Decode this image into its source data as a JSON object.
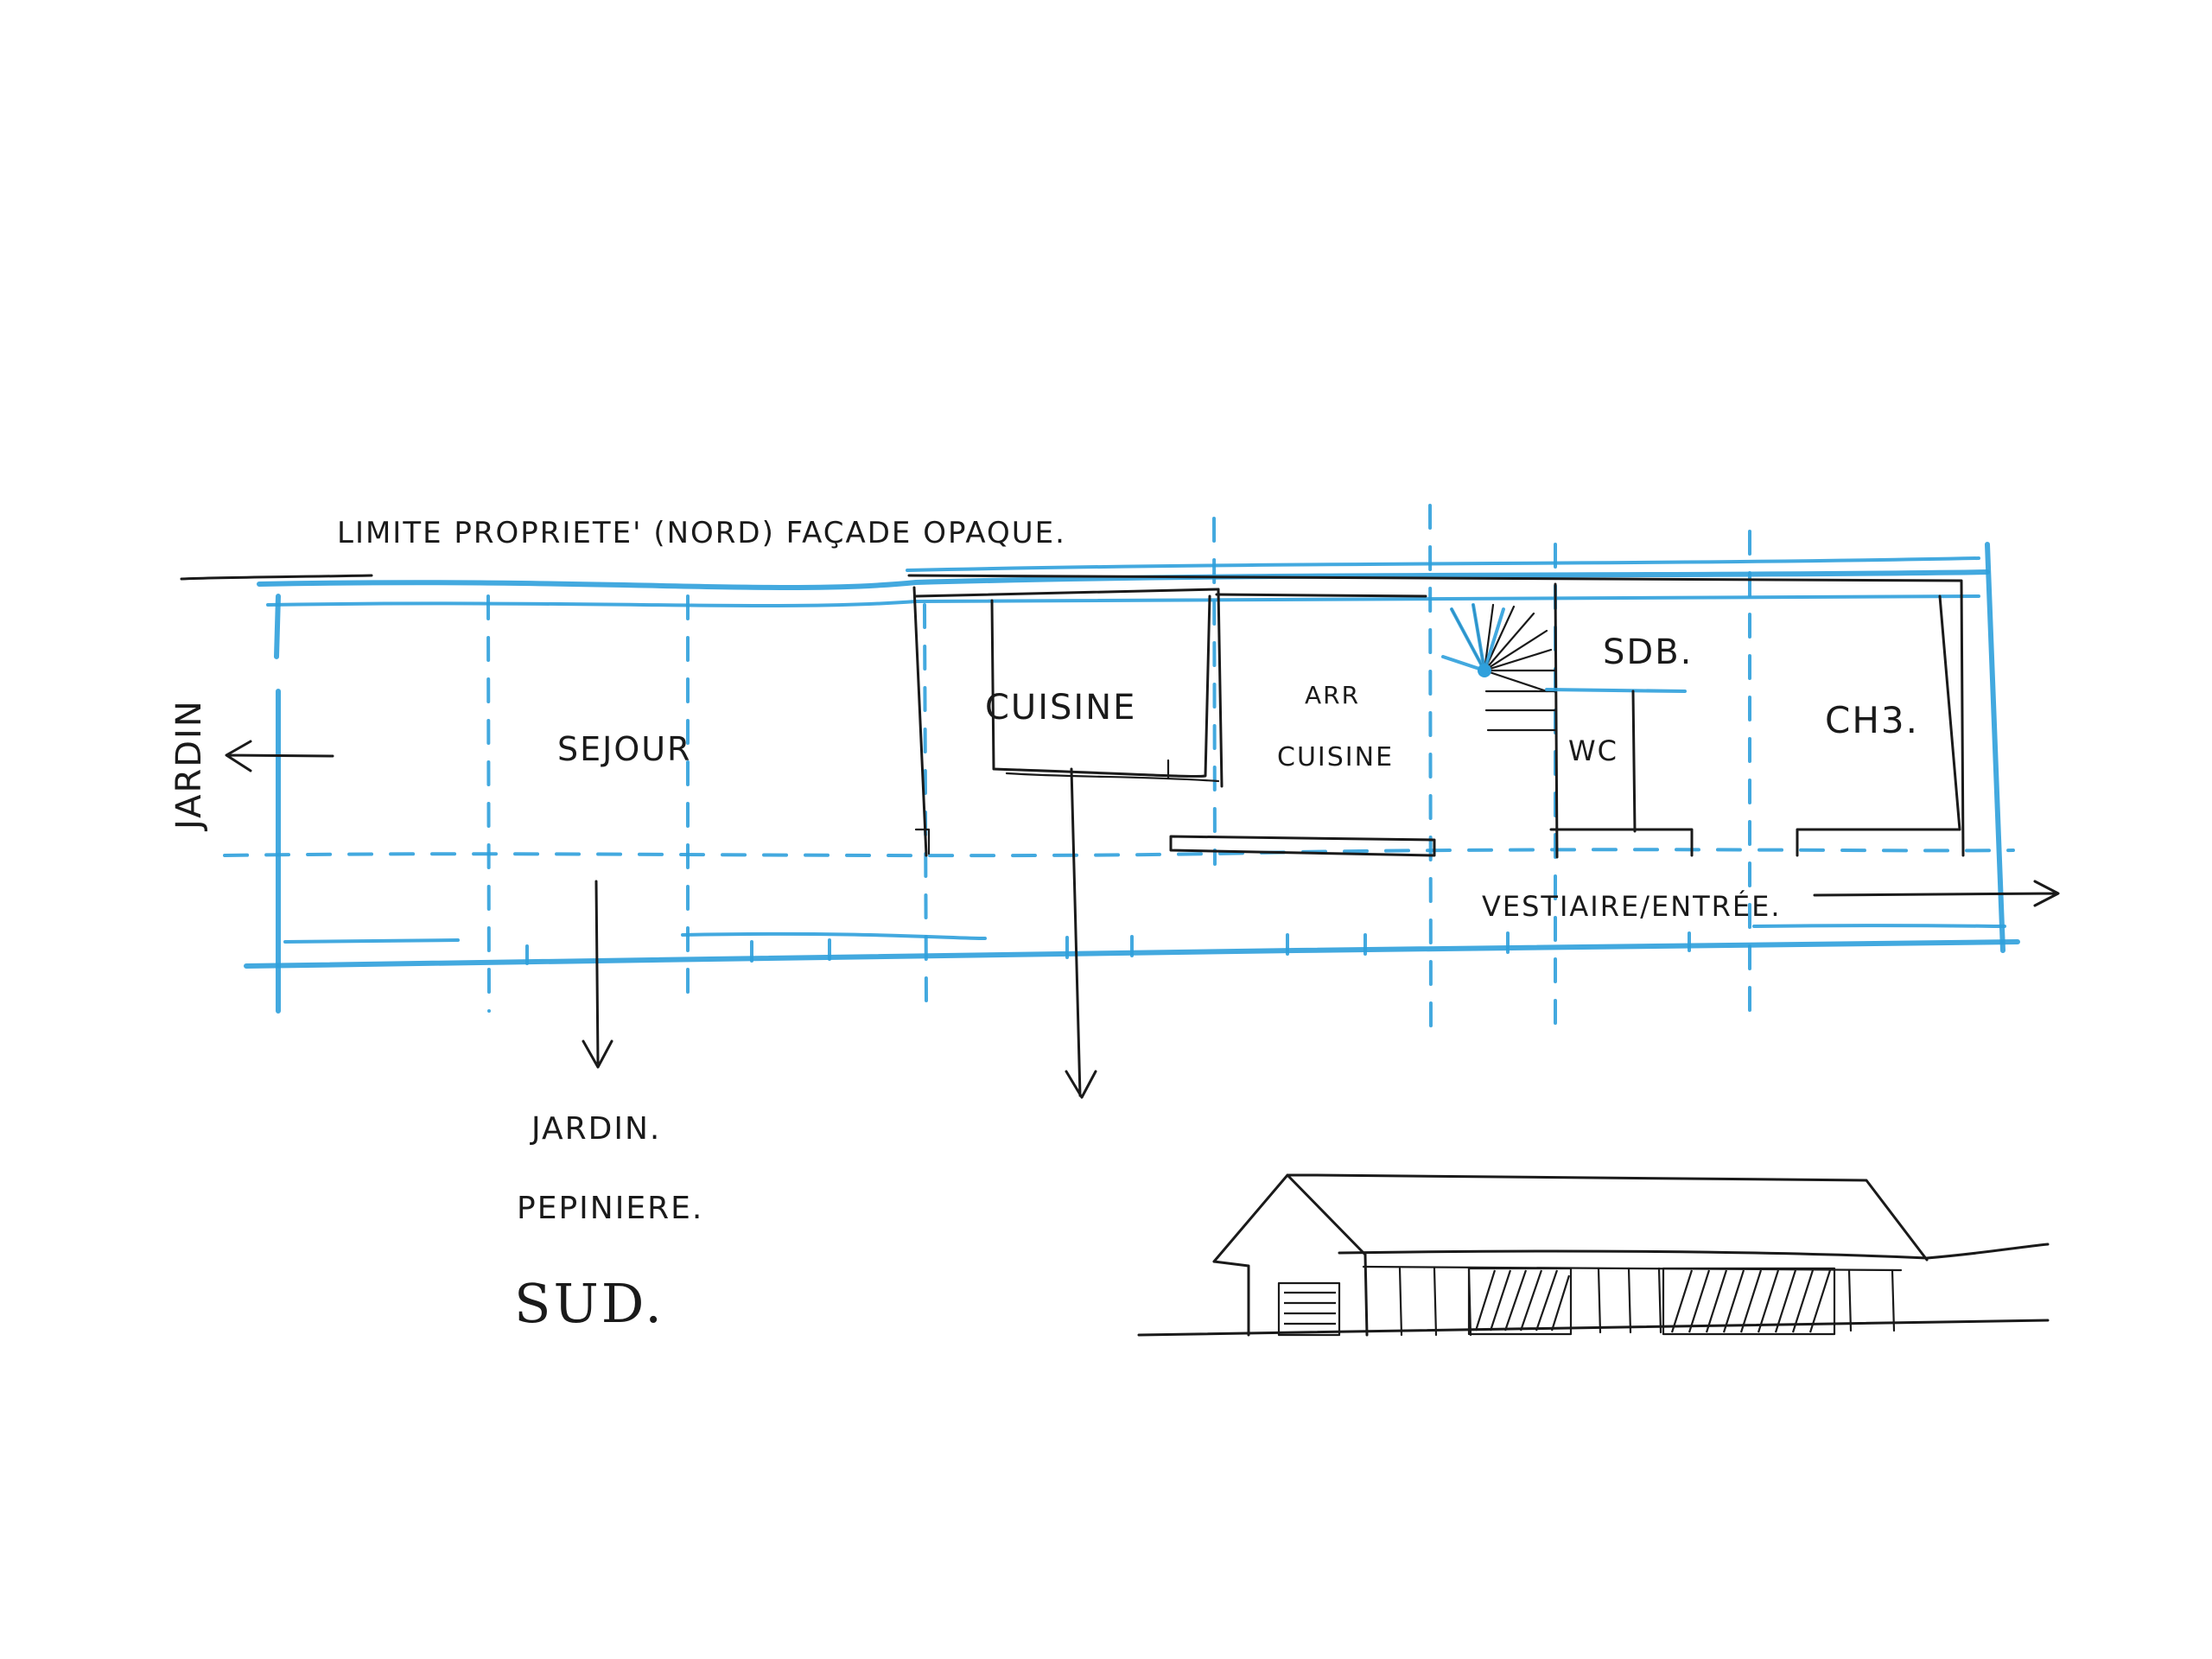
{
  "labels": {
    "north_limit": "LIMITE PROPRIETE' (NORD) FAÇADE OPAQUE.",
    "garden_west": "JARDIN",
    "sejour": "SEJOUR",
    "cuisine": "CUISINE",
    "arr_cuisine_top": "ARR",
    "arr_cuisine_bottom": "CUISINE",
    "sdb": "SDB.",
    "wc": "WC",
    "ch3": "CH3.",
    "vestiaire": "VESTIAIRE/ENTRÉE.",
    "south_1": "JARDIN.",
    "south_2": "PEPINIERE.",
    "south_3": "SUD."
  },
  "colors": {
    "ink": "#1a1a1a",
    "marker_blue": "#2fa0dc",
    "paper": "#ffffff"
  }
}
